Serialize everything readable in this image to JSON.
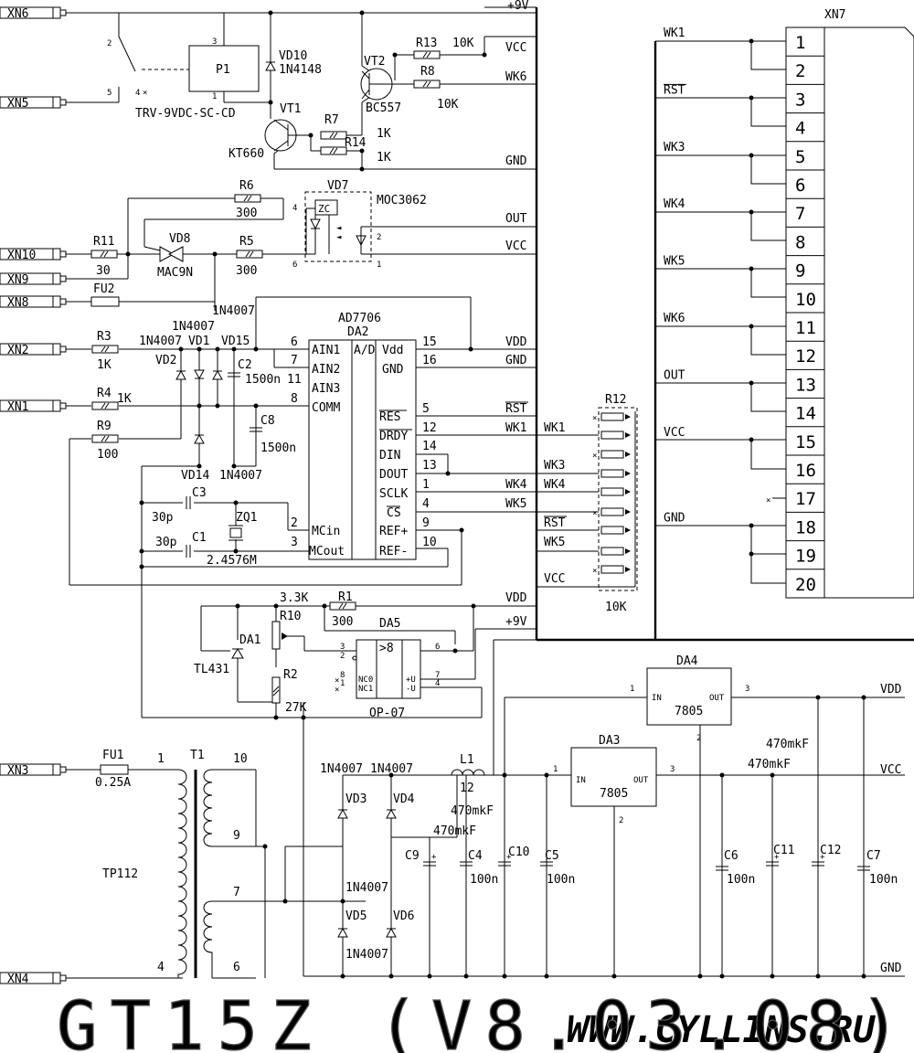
{
  "connectors": {
    "xn6": "XN6",
    "xn5": "XN5",
    "xn10": "XN10",
    "xn9": "XN9",
    "xn8": "XN8",
    "xn2": "XN2",
    "xn1": "XN1",
    "xn3": "XN3",
    "xn4": "XN4"
  },
  "relay": {
    "name": "P1",
    "model": "TRV-9VDC-SC-CD",
    "pin3": "3",
    "pin1": "1",
    "pin2": "2",
    "pin4": "4",
    "pin5": "5"
  },
  "rails": {
    "plus9v": "+9V",
    "vcc": "VCC",
    "gnd": "GND",
    "vdd": "VDD",
    "out": "OUT"
  },
  "signals": {
    "wk1": "WK1",
    "wk3": "WK3",
    "wk4": "WK4",
    "wk5": "WK5",
    "wk6": "WK6",
    "rst": "RST"
  },
  "parts": {
    "vd10": "VD10",
    "d1n4148": "1N4148",
    "vt2": "VT2",
    "bc557": "BC557",
    "vt1": "VT1",
    "kt660": "KT660",
    "r13": "R13",
    "r13v": "10K",
    "r8": "R8",
    "r8v": "10K",
    "r7": "R7",
    "r14": "R14",
    "r7v": "1K",
    "r14v": "1K",
    "r6": "R6",
    "r6v": "300",
    "vd7": "VD7",
    "moc": "MOC3062",
    "zc": "ZC",
    "r11": "R11",
    "r11v": "30",
    "vd8": "VD8",
    "mac9n": "MAC9N",
    "r5": "R5",
    "r5v": "300",
    "fu2": "FU2",
    "d1n4007": "1N4007",
    "ad7706": "AD7706",
    "da2": "DA2",
    "vd2": "VD2",
    "vd1": "VD1",
    "vd15": "VD15",
    "r3": "R3",
    "r3v": "1K",
    "r4": "R4",
    "r4v": "1K",
    "r9": "R9",
    "r9v": "100",
    "c2": "C2",
    "c2v": "1500n",
    "c8": "C8",
    "c8v": "1500n",
    "vd14": "VD14",
    "c3": "C3",
    "c3v": "30p",
    "c1": "C1",
    "c1v": "30p",
    "zq1": "ZQ1",
    "zq1v": "2.4576M",
    "r12": "R12",
    "r12v": "10K",
    "xn7": "XN7",
    "r1": "R1",
    "r1v": "300",
    "r1t": "3.3K",
    "r10": "R10",
    "da1": "DA1",
    "tl431": "TL431",
    "r2": "R2",
    "r2v": "27K",
    "da5": "DA5",
    "op07": "OP-07",
    "nc0": "NC0",
    "nc1": "NC1",
    "plusu": "+U",
    "minusu": "-U",
    "gt": ">8",
    "fu1": "FU1",
    "fu1v": "0.25A",
    "t1": "T1",
    "tp112": "TP112",
    "vd3": "VD3",
    "vd4": "VD4",
    "vd5": "VD5",
    "vd6": "VD6",
    "l1": "L1",
    "l1v": "12",
    "c9": "C9",
    "c4": "C4",
    "c4v": "100n",
    "c10": "C10",
    "c5": "C5",
    "c5v": "100n",
    "cap470": "470mkF",
    "da3": "DA3",
    "da4": "DA4",
    "v7805": "7805",
    "in": "IN",
    "outp": "OUT",
    "c6": "C6",
    "c6v": "100n",
    "c11": "C11",
    "c12": "C12",
    "c7": "C7",
    "c7v": "100n"
  },
  "ic_pins": {
    "ain1": "AIN1",
    "ain2": "AIN2",
    "ain3": "AIN3",
    "comm": "COMM",
    "mcin": "MCin",
    "mcout": "MCout",
    "ad": "A/D",
    "vdd": "Vdd",
    "gnd": "GND",
    "res": "RES",
    "drdy": "DRDY",
    "din": "DIN",
    "dout": "DOUT",
    "sclk": "SCLK",
    "cs": "CS",
    "refp": "REF+",
    "refm": "REF-"
  },
  "pin_numbers": {
    "p1": "1",
    "p2": "2",
    "p3": "3",
    "p4": "4",
    "p5": "5",
    "p6": "6",
    "p7": "7",
    "p8": "8",
    "p9": "9",
    "p10": "10",
    "p11": "11",
    "p12": "12",
    "p13": "13",
    "p14": "14",
    "p15": "15",
    "p16": "16"
  },
  "xn7_rows": [
    {
      "n": "1",
      "label": "WK1"
    },
    {
      "n": "2",
      "label": ""
    },
    {
      "n": "3",
      "label": "RST"
    },
    {
      "n": "4",
      "label": ""
    },
    {
      "n": "5",
      "label": "WK3"
    },
    {
      "n": "6",
      "label": ""
    },
    {
      "n": "7",
      "label": "WK4"
    },
    {
      "n": "8",
      "label": ""
    },
    {
      "n": "9",
      "label": "WK5"
    },
    {
      "n": "10",
      "label": ""
    },
    {
      "n": "11",
      "label": "WK6"
    },
    {
      "n": "12",
      "label": ""
    },
    {
      "n": "13",
      "label": "OUT"
    },
    {
      "n": "14",
      "label": ""
    },
    {
      "n": "15",
      "label": "VCC"
    },
    {
      "n": "16",
      "label": ""
    },
    {
      "n": "17",
      "label": ""
    },
    {
      "n": "18",
      "label": "GND"
    },
    {
      "n": "19",
      "label": ""
    },
    {
      "n": "20",
      "label": ""
    }
  ],
  "title": "GT15Z (V8.03.08)",
  "watermark": "WWW.CYLLINS.RU"
}
